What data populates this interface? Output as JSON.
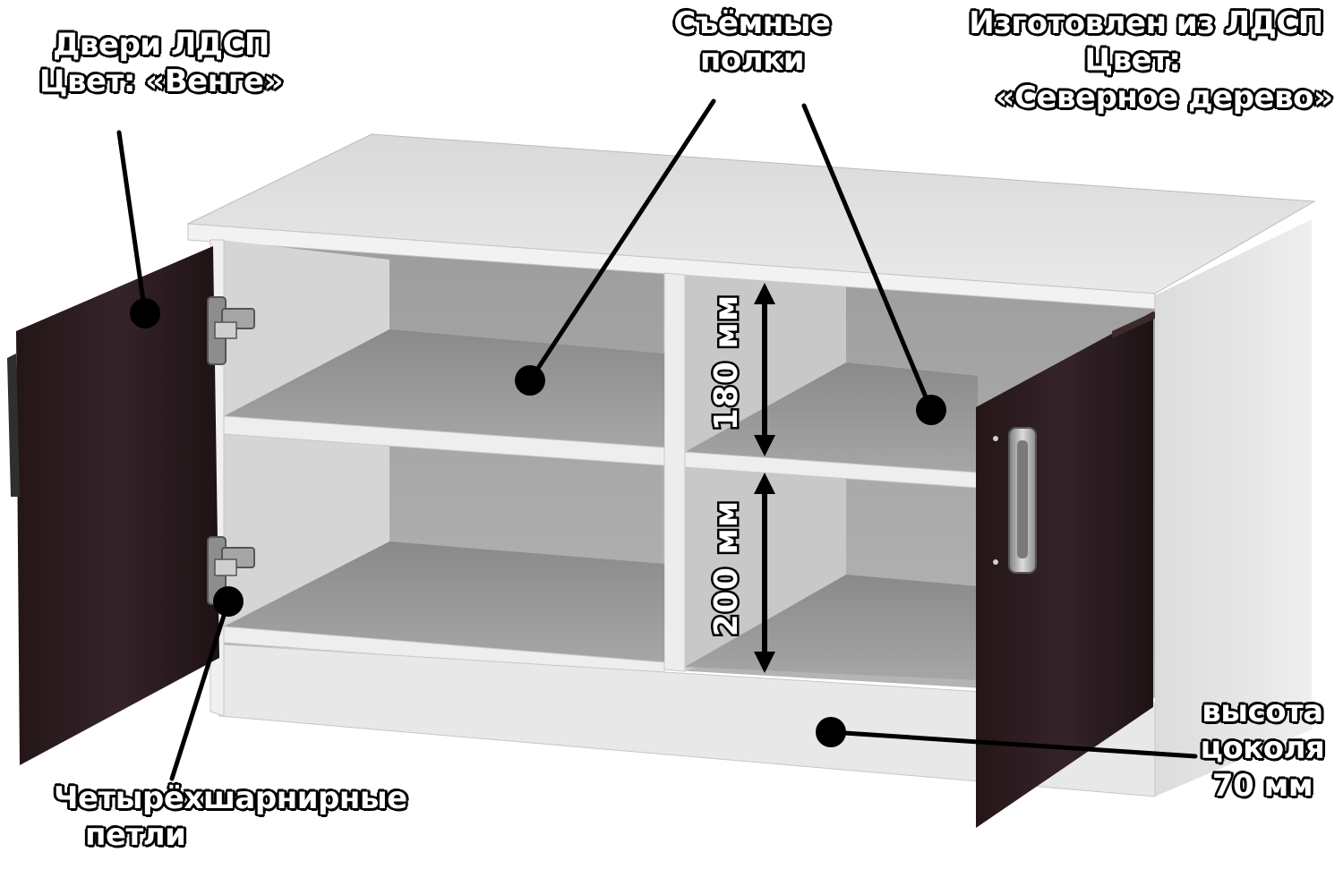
{
  "labels": {
    "doors": {
      "line1": "Двери ЛДСП",
      "line2": "Цвет: «Венге»"
    },
    "shelves": {
      "line1": "Съёмные",
      "line2": "полки"
    },
    "material": {
      "line1": "Изготовлен из ЛДСП",
      "line2": "Цвет:",
      "line3": "«Северное дерево»"
    },
    "hinges": {
      "line1": "Четырёхшарнирные",
      "line2": "петли"
    },
    "plinth": {
      "line1": "высота",
      "line2": "цоколя",
      "line3": "70 мм"
    }
  },
  "dimensions": {
    "upper_shelf": "180 мм",
    "lower_shelf": "200 мм"
  },
  "colors": {
    "body": "#e4e4e4",
    "body_shade": "#c9c9c9",
    "interior": "#a9a9a9",
    "door": "#2a1b1d",
    "door_edge": "#3d2a2c",
    "handle": "#b0b0b0",
    "line": "#000000"
  }
}
